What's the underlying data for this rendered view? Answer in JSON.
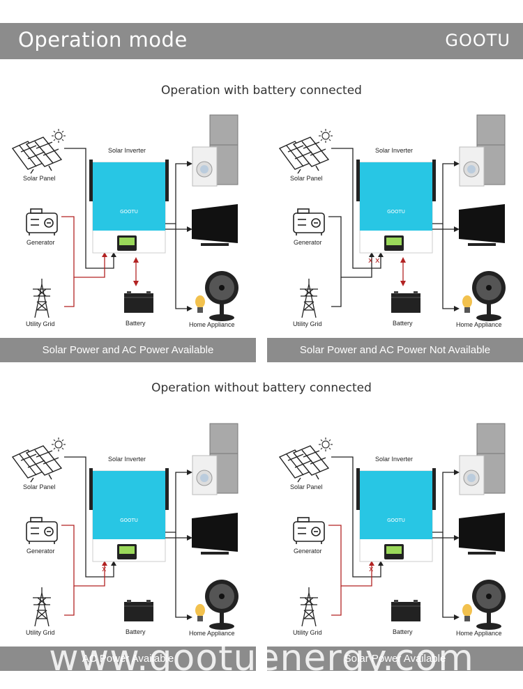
{
  "header": {
    "title": "Operation mode",
    "logo": "GOOTU"
  },
  "sections": {
    "with_battery": "Operation with battery connected",
    "without_battery": "Operation without battery connected"
  },
  "labels": {
    "solar_panel": "Solar Panel",
    "generator": "Generator",
    "utility_grid": "Utility Grid",
    "solar_inverter": "Solar Inverter",
    "battery": "Battery",
    "home_appliance": "Home Appliance",
    "inverter_brand": "GOOTU"
  },
  "panels": [
    {
      "id": "with-ac",
      "caption": "Solar Power and AC Power Available"
    },
    {
      "id": "with-no-ac",
      "caption": "Solar Power and AC Power Not Available"
    },
    {
      "id": "without-ac",
      "caption": "AC Power Available"
    },
    {
      "id": "without-no-ac",
      "caption": "Solar Power Available"
    }
  ],
  "watermark": "www.gootuenergy.com",
  "colors": {
    "header": "#8c8c8c",
    "inverter": "#28c6e4",
    "ac_line": "#b22222",
    "line": "#222222"
  }
}
